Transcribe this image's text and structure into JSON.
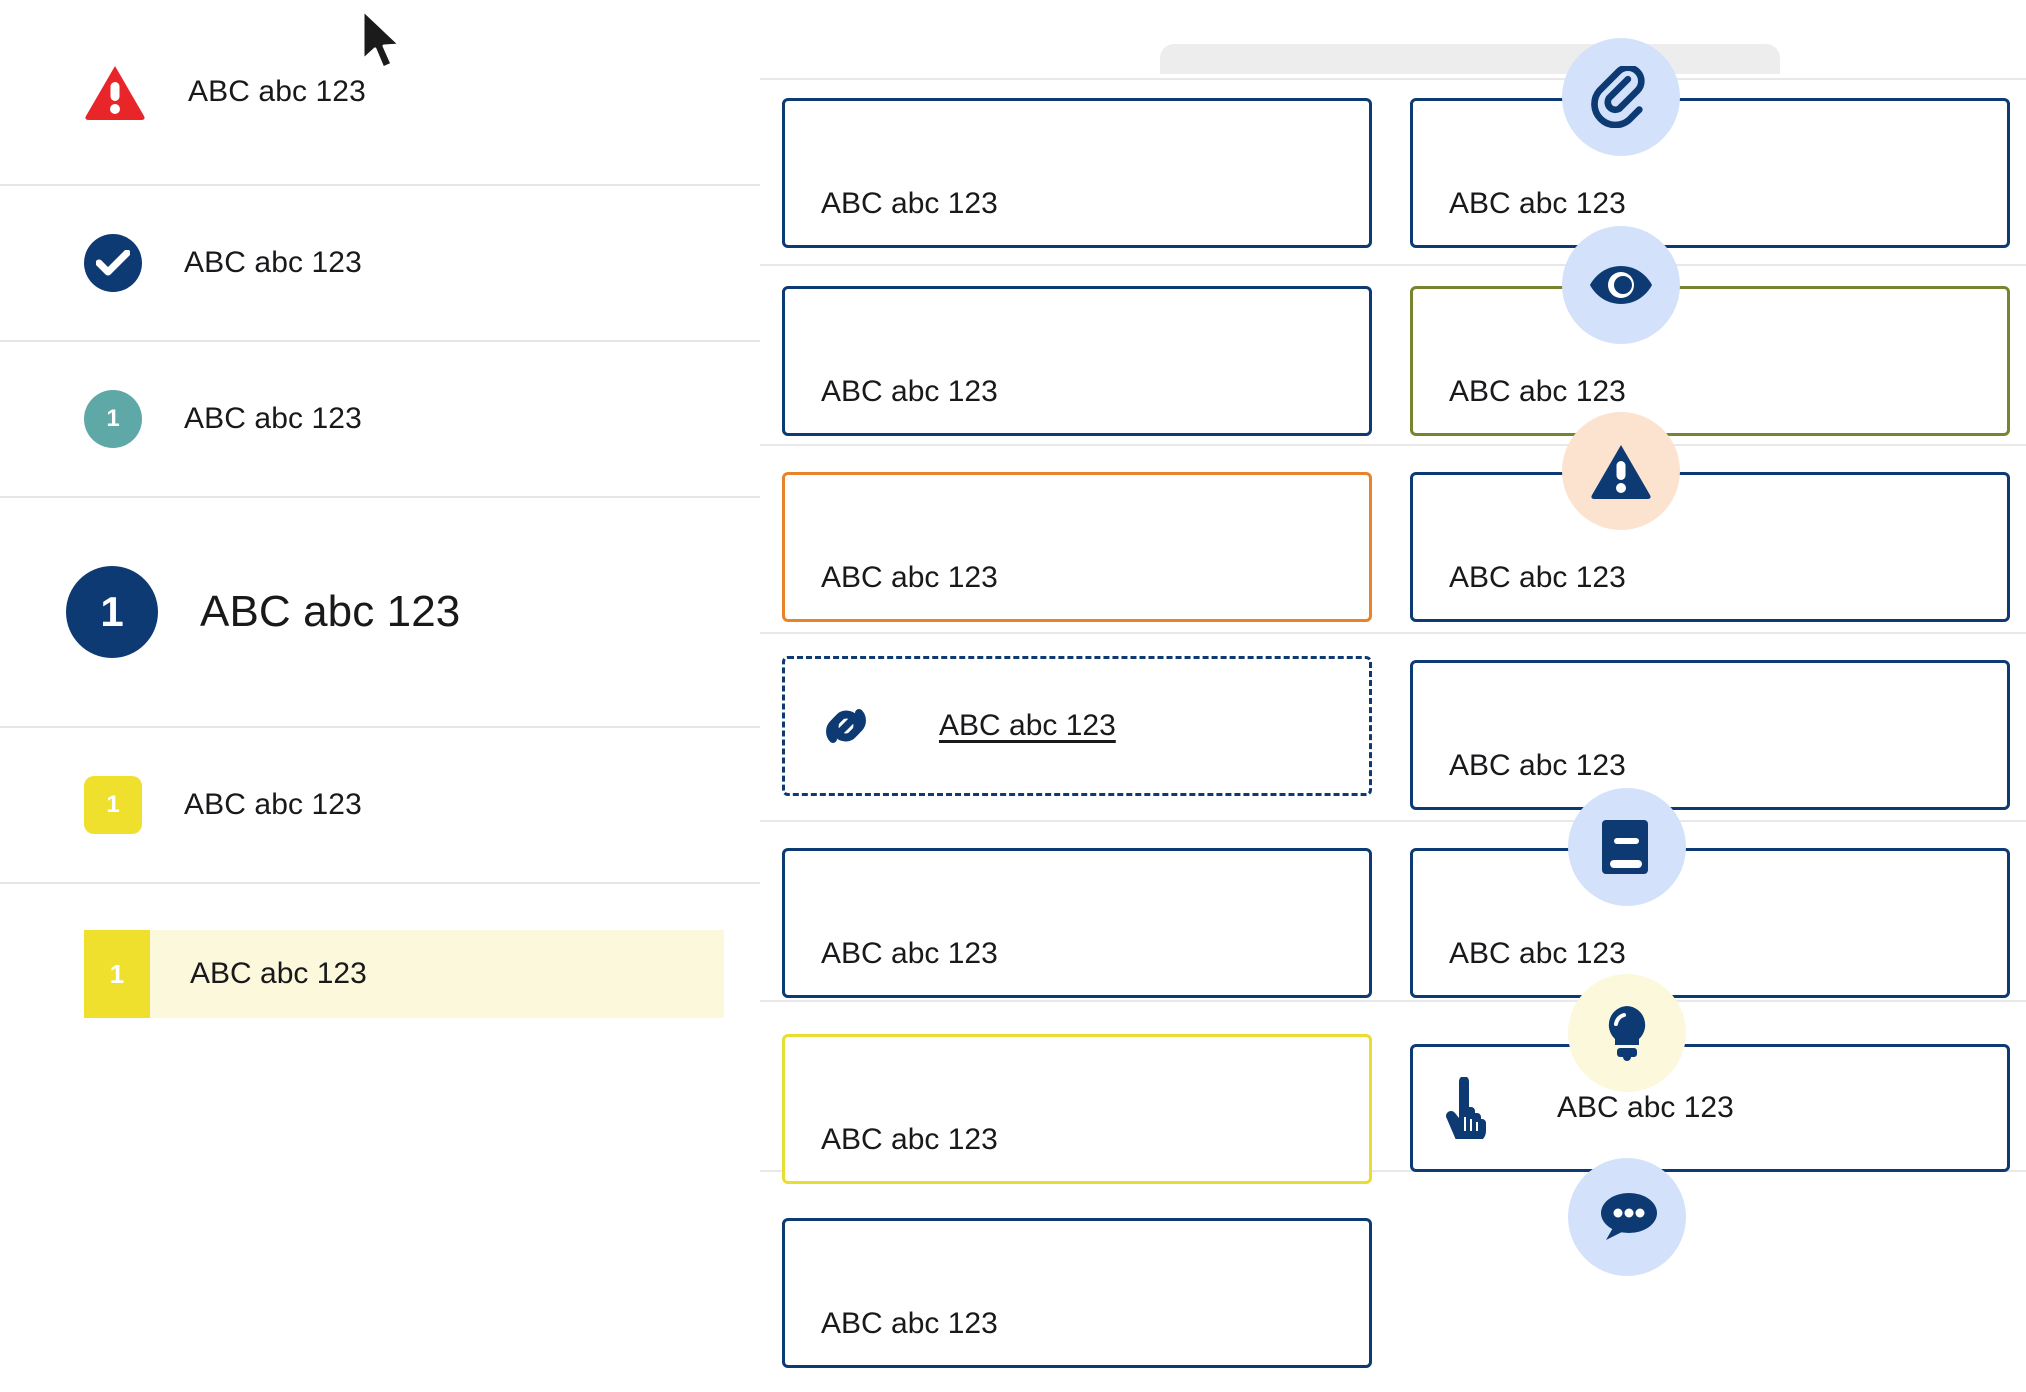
{
  "left_panel": {
    "rows": [
      {
        "icon": "warning-triangle-icon",
        "badge": "",
        "label": "ABC abc 123",
        "style": "triangle-red"
      },
      {
        "icon": "check-circle-icon",
        "badge": "",
        "label": "ABC abc 123",
        "style": "circle-navy"
      },
      {
        "icon": "number-badge-icon",
        "badge": "1",
        "label": "ABC abc 123",
        "style": "circle-teal"
      },
      {
        "icon": "number-badge-icon",
        "badge": "1",
        "label": "ABC abc 123",
        "style": "circle-navy-large"
      },
      {
        "icon": "number-badge-icon",
        "badge": "1",
        "label": "ABC abc 123",
        "style": "square-yellow"
      }
    ],
    "highlight_row": {
      "icon": "number-badge-icon",
      "badge": "1",
      "label": "ABC abc 123",
      "background": "#fbf8dc"
    }
  },
  "middle_column": {
    "cards": [
      {
        "icon": "paperclip-icon",
        "label": "ABC abc 123",
        "border": "#0d3a73",
        "bubble": "#d3e2fa"
      },
      {
        "icon": "eye-icon",
        "label": "ABC abc 123",
        "border": "#0d3a73",
        "bubble": "#d3e2fa"
      },
      {
        "icon": "warning-triangle-icon",
        "label": "ABC abc 123",
        "border": "#e8832a",
        "bubble": "#fbe3d0"
      },
      {
        "icon": "link-chain-icon",
        "label": "ABC abc 123",
        "border": "#0d3a73",
        "bubble": "none",
        "dashed": true,
        "underlined": true
      },
      {
        "icon": "book-icon",
        "label": "ABC abc 123",
        "border": "#0d3a73",
        "bubble": "#d3e2fa"
      },
      {
        "icon": "lightbulb-icon",
        "label": "ABC abc 123",
        "border": "#e8dd33",
        "bubble": "#fbf8dc"
      },
      {
        "icon": "speech-bubble-icon",
        "label": "ABC abc 123",
        "border": "#0d3a73",
        "bubble": "#d3e2fa"
      }
    ]
  },
  "right_column": {
    "cards": [
      {
        "icon": "quote-icon",
        "label": "ABC abc 123",
        "border": "#0d3a73",
        "bubble": "#d3e2fa"
      },
      {
        "icon": "check-circle-icon",
        "label": "ABC abc 123",
        "border": "#77852f",
        "bubble": "#e6eddb"
      },
      {
        "icon": "pencil-icon",
        "label": "ABC abc 123",
        "border": "#0d3a73",
        "bubble": "#d3e2fa"
      },
      {
        "icon": "binoculars-icon",
        "label": "ABC abc 123",
        "border": "#0d3a73",
        "bubble": "#d3e2fa"
      },
      {
        "icon": "info-circle-icon",
        "label": "ABC abc 123",
        "border": "#0d3a73",
        "bubble": "#d3e2fa"
      },
      {
        "icon": "pointing-hand-icon",
        "label": "ABC abc 123",
        "border": "#0d3a73",
        "bubble": "none",
        "inline": true
      }
    ]
  },
  "colors": {
    "navy": "#0d3a73",
    "red": "#e8262a",
    "teal": "#5fa8a8",
    "yellow": "#f0e02e",
    "orange": "#e8832a",
    "olive": "#77852f",
    "bubble_blue": "#d3e2fa",
    "bubble_peach": "#fbe3d0",
    "bubble_green": "#e6eddb",
    "bubble_yellow": "#fbf8dc",
    "highlight_bg": "#fbf8dc",
    "text": "#19191c",
    "divider": "#e8e8e8"
  }
}
